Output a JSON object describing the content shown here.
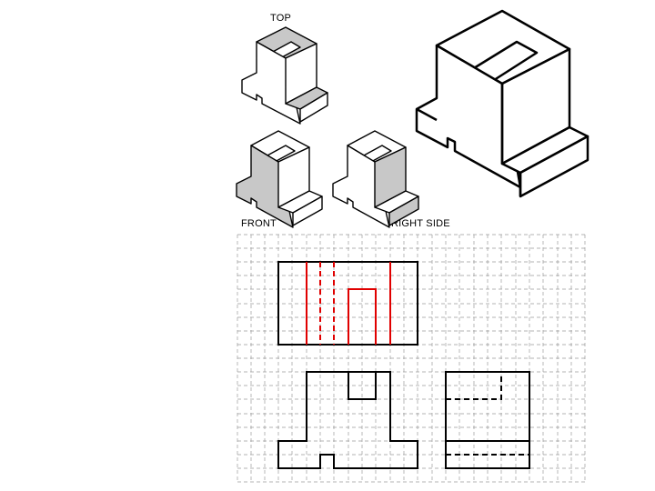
{
  "labels": {
    "top": "TOP",
    "front": "FRONT",
    "right_side": "RIGHT SIDE"
  },
  "colors": {
    "line": "#000000",
    "highlight": "#e00000",
    "grid": "#9a9a9a",
    "shade": "#c8c8c8",
    "background": "#ffffff"
  },
  "line_types": {
    "visible": "solid",
    "hidden": "dashed"
  }
}
